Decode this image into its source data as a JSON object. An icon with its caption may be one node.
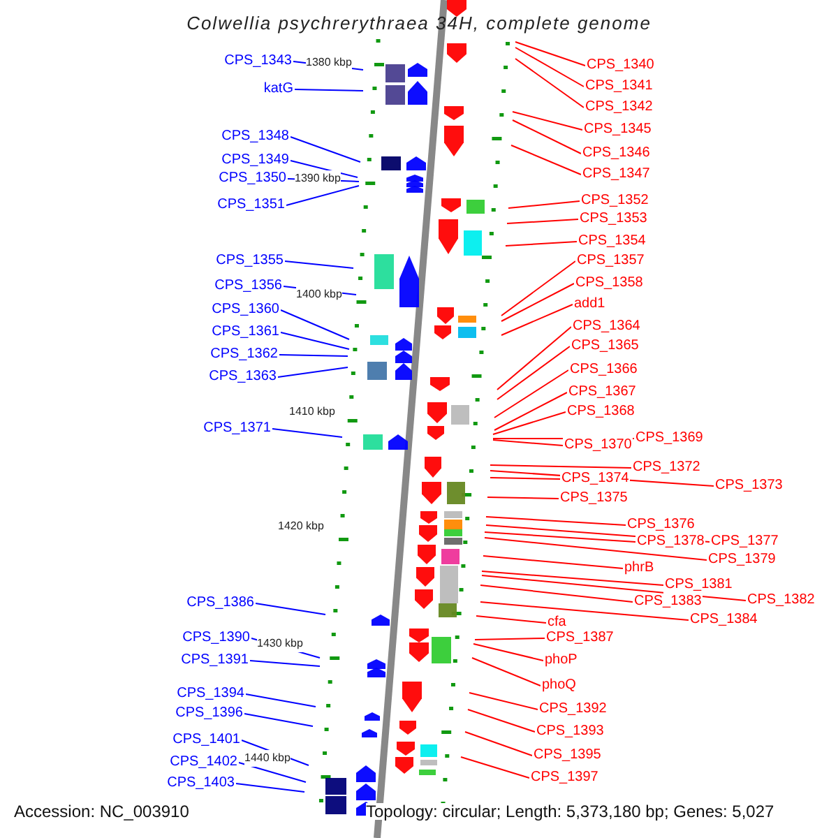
{
  "diagram": {
    "title": "Colwellia psychrerythraea 34H, complete genome",
    "nodes": [
      {
        "text": [
          "CPS_1343"
        ]
      },
      {
        "text": [
          "katG"
        ]
      },
      {
        "text": [
          "CPS_1348"
        ]
      },
      {
        "text": [
          "CPS_1349"
        ]
      },
      {
        "text": [
          "CPS_1350"
        ]
      },
      {
        "text": [
          "CPS_1351"
        ]
      },
      {
        "text": [
          "CPS_1355"
        ]
      },
      {
        "text": [
          "CPS_1356"
        ]
      },
      {
        "text": [
          "CPS_1360"
        ]
      },
      {
        "text": [
          "CPS_1361"
        ]
      },
      {
        "text": [
          "CPS_1362"
        ]
      },
      {
        "text": [
          "CPS_1363"
        ]
      },
      {
        "text": [
          "CPS_1371"
        ]
      },
      {
        "text": [
          "CPS_1386"
        ]
      },
      {
        "text": [
          "CPS_1390"
        ]
      },
      {
        "text": [
          "CPS_1391"
        ]
      },
      {
        "text": [
          "CPS_1394"
        ]
      },
      {
        "text": [
          "CPS_1396"
        ]
      },
      {
        "text": [
          "CPS_1401"
        ]
      },
      {
        "text": [
          "CPS_1402"
        ]
      },
      {
        "text": [
          "CPS_1403"
        ]
      },
      {
        "text": [
          "CPS_1340"
        ]
      },
      {
        "text": [
          "CPS_1341"
        ]
      },
      {
        "text": [
          "CPS_1342"
        ]
      },
      {
        "text": [
          "CPS_1345"
        ]
      },
      {
        "text": [
          "CPS_1346"
        ]
      },
      {
        "text": [
          "CPS_1347"
        ]
      },
      {
        "text": [
          "CPS_1352"
        ]
      },
      {
        "text": [
          "CPS_1353"
        ]
      },
      {
        "text": [
          "CPS_1354"
        ]
      },
      {
        "text": [
          "CPS_1357"
        ]
      },
      {
        "text": [
          "CPS_1358"
        ]
      },
      {
        "text": [
          "add1"
        ]
      },
      {
        "text": [
          "CPS_1364"
        ]
      },
      {
        "text": [
          "CPS_1365"
        ]
      },
      {
        "text": [
          "CPS_1366"
        ]
      },
      {
        "text": [
          "CPS_1367"
        ]
      },
      {
        "text": [
          "CPS_1368"
        ]
      },
      {
        "text": [
          "CPS_1369"
        ]
      },
      {
        "text": [
          "CPS_1370"
        ]
      },
      {
        "text": [
          "CPS_1372"
        ]
      },
      {
        "text": [
          "CPS_1373"
        ]
      },
      {
        "text": [
          "CPS_1374"
        ]
      },
      {
        "text": [
          "CPS_1375"
        ]
      },
      {
        "text": [
          "CPS_1376"
        ]
      },
      {
        "text": [
          "CPS_1377"
        ]
      },
      {
        "text": [
          "CPS_1378"
        ]
      },
      {
        "text": [
          "CPS_1379"
        ]
      },
      {
        "text": [
          "phrB"
        ]
      },
      {
        "text": [
          "CPS_1381"
        ]
      },
      {
        "text": [
          "CPS_1382"
        ]
      },
      {
        "text": [
          "CPS_1383"
        ]
      },
      {
        "text": [
          "CPS_1384"
        ]
      },
      {
        "text": [
          "cfa"
        ]
      },
      {
        "text": [
          "CPS_1387"
        ]
      },
      {
        "text": [
          "phoP"
        ]
      },
      {
        "text": [
          "phoQ"
        ]
      },
      {
        "text": [
          "CPS_1392"
        ]
      },
      {
        "text": [
          "CPS_1393"
        ]
      },
      {
        "text": [
          "CPS_1395"
        ]
      },
      {
        "text": [
          "CPS_1397"
        ]
      }
    ],
    "edges": [
      {
        "from": 0,
        "to": null,
        "arrow": "none",
        "color": "#0000ff"
      },
      {
        "from": 1,
        "to": null,
        "arrow": "none",
        "color": "#0000ff"
      },
      {
        "from": 2,
        "to": null,
        "arrow": "none",
        "color": "#0000ff"
      },
      {
        "from": 3,
        "to": null,
        "arrow": "none",
        "color": "#0000ff"
      },
      {
        "from": 4,
        "to": null,
        "arrow": "none",
        "color": "#0000ff"
      },
      {
        "from": 5,
        "to": null,
        "arrow": "none",
        "color": "#0000ff"
      },
      {
        "from": 6,
        "to": null,
        "arrow": "none",
        "color": "#0000ff"
      },
      {
        "from": 7,
        "to": null,
        "arrow": "none",
        "color": "#0000ff"
      },
      {
        "from": 8,
        "to": null,
        "arrow": "none",
        "color": "#0000ff"
      },
      {
        "from": 9,
        "to": null,
        "arrow": "none",
        "color": "#0000ff"
      },
      {
        "from": 10,
        "to": null,
        "arrow": "none",
        "color": "#0000ff"
      },
      {
        "from": 11,
        "to": null,
        "arrow": "none",
        "color": "#0000ff"
      },
      {
        "from": 12,
        "to": null,
        "arrow": "none",
        "color": "#0000ff"
      },
      {
        "from": 13,
        "to": null,
        "arrow": "none",
        "color": "#0000ff"
      },
      {
        "from": 14,
        "to": null,
        "arrow": "none",
        "color": "#0000ff"
      },
      {
        "from": 15,
        "to": null,
        "arrow": "none",
        "color": "#0000ff"
      },
      {
        "from": 16,
        "to": null,
        "arrow": "none",
        "color": "#0000ff"
      },
      {
        "from": 17,
        "to": null,
        "arrow": "none",
        "color": "#0000ff"
      },
      {
        "from": 18,
        "to": null,
        "arrow": "none",
        "color": "#0000ff"
      },
      {
        "from": 19,
        "to": null,
        "arrow": "none",
        "color": "#0000ff"
      },
      {
        "from": 20,
        "to": null,
        "arrow": "none",
        "color": "#0000ff"
      },
      {
        "from": 21,
        "to": null,
        "arrow": "none"
      },
      {
        "from": 22,
        "to": null,
        "arrow": "none"
      },
      {
        "from": 23,
        "to": null,
        "arrow": "none"
      },
      {
        "from": 24,
        "to": null,
        "arrow": "none"
      },
      {
        "from": 25,
        "to": null,
        "arrow": "none"
      },
      {
        "from": 26,
        "to": null,
        "arrow": "none"
      },
      {
        "from": 27,
        "to": null,
        "arrow": "none"
      },
      {
        "from": 28,
        "to": null,
        "arrow": "none"
      },
      {
        "from": 29,
        "to": null,
        "arrow": "none"
      },
      {
        "from": 30,
        "to": null,
        "arrow": "none"
      },
      {
        "from": 31,
        "to": null,
        "arrow": "none"
      },
      {
        "from": 32,
        "to": null,
        "arrow": "none"
      },
      {
        "from": 33,
        "to": null,
        "arrow": "none"
      },
      {
        "from": 34,
        "to": null,
        "arrow": "none"
      },
      {
        "from": 35,
        "to": null,
        "arrow": "none"
      },
      {
        "from": 36,
        "to": null,
        "arrow": "none"
      },
      {
        "from": 37,
        "to": null,
        "arrow": "none"
      },
      {
        "from": 38,
        "to": null,
        "arrow": "none"
      },
      {
        "from": 39,
        "to": null,
        "arrow": "none"
      },
      {
        "from": 40,
        "to": null,
        "arrow": "none"
      },
      {
        "from": 41,
        "to": null,
        "arrow": "none"
      },
      {
        "from": 42,
        "to": null,
        "arrow": "none"
      },
      {
        "from": 43,
        "to": null,
        "arrow": "none"
      },
      {
        "from": 44,
        "to": null,
        "arrow": "none"
      },
      {
        "from": 45,
        "to": null,
        "arrow": "none"
      },
      {
        "from": 46,
        "to": null,
        "arrow": "none"
      },
      {
        "from": 47,
        "to": null,
        "arrow": "none"
      },
      {
        "from": 48,
        "to": null,
        "arrow": "none"
      },
      {
        "from": 49,
        "to": null,
        "arrow": "none"
      },
      {
        "from": 50,
        "to": null,
        "arrow": "none"
      },
      {
        "from": 51,
        "to": null,
        "arrow": "none"
      },
      {
        "from": 52,
        "to": null,
        "arrow": "none"
      },
      {
        "from": 53,
        "to": null,
        "arrow": "none"
      },
      {
        "from": 54,
        "to": null,
        "arrow": "none"
      },
      {
        "from": 55,
        "to": null,
        "arrow": "none"
      },
      {
        "from": 56,
        "to": null,
        "arrow": "none"
      },
      {
        "from": 57,
        "to": null,
        "arrow": "none"
      },
      {
        "from": 58,
        "to": null,
        "arrow": "none"
      },
      {
        "from": 59,
        "to": null,
        "arrow": "none"
      },
      {
        "from": 60,
        "to": null,
        "arrow": "none"
      }
    ],
    "labels": [
      "1380 kbp",
      "1390 kbp",
      "1400 kbp",
      "1410 kbp",
      "1420 kbp",
      "1430 kbp",
      "1440 kbp",
      "Accession: NC_003910",
      "Topology: circular; Length: 5,373,180 bp; Genes: 5,027"
    ]
  }
}
